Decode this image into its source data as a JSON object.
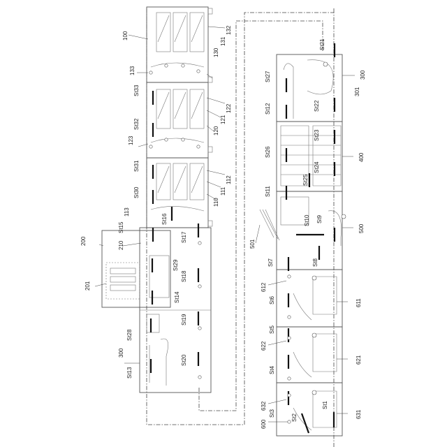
{
  "references": {
    "r100": "100",
    "r110": "110",
    "r111": "111",
    "r112": "112",
    "r113": "113",
    "r120": "120",
    "r121": "121",
    "r122": "122",
    "r123": "123",
    "r130": "130",
    "r131": "131",
    "r132": "132",
    "r133": "133",
    "r200": "200",
    "r201": "201",
    "r210": "210",
    "r300a": "300",
    "r300b": "300",
    "r301": "301",
    "r400": "400",
    "r500": "500",
    "r501": "501",
    "r600": "600",
    "r611": "611",
    "r612": "612",
    "r621": "621",
    "r622": "622",
    "r631": "631",
    "r632": "632"
  },
  "sensors": {
    "st1": "St1",
    "st2": "St2",
    "st3": "St3",
    "st4": "St4",
    "st5": "St5",
    "st6": "St6",
    "st7": "St7",
    "st8": "St8",
    "st9": "St9",
    "st10": "St10",
    "st11": "St11",
    "st12": "St12",
    "st13": "St13",
    "st14": "St14",
    "st15": "St15",
    "st16": "St16",
    "st17": "St17",
    "st18": "St18",
    "st19": "St19",
    "st20": "St20",
    "st21": "St21",
    "st22": "St22",
    "st23": "St23",
    "st24": "St24",
    "st25": "St25",
    "st26": "St26",
    "st27": "St27",
    "st28": "St28",
    "st29": "St29",
    "st30": "St30",
    "st31": "St31",
    "st32": "St32",
    "st33": "St33"
  }
}
